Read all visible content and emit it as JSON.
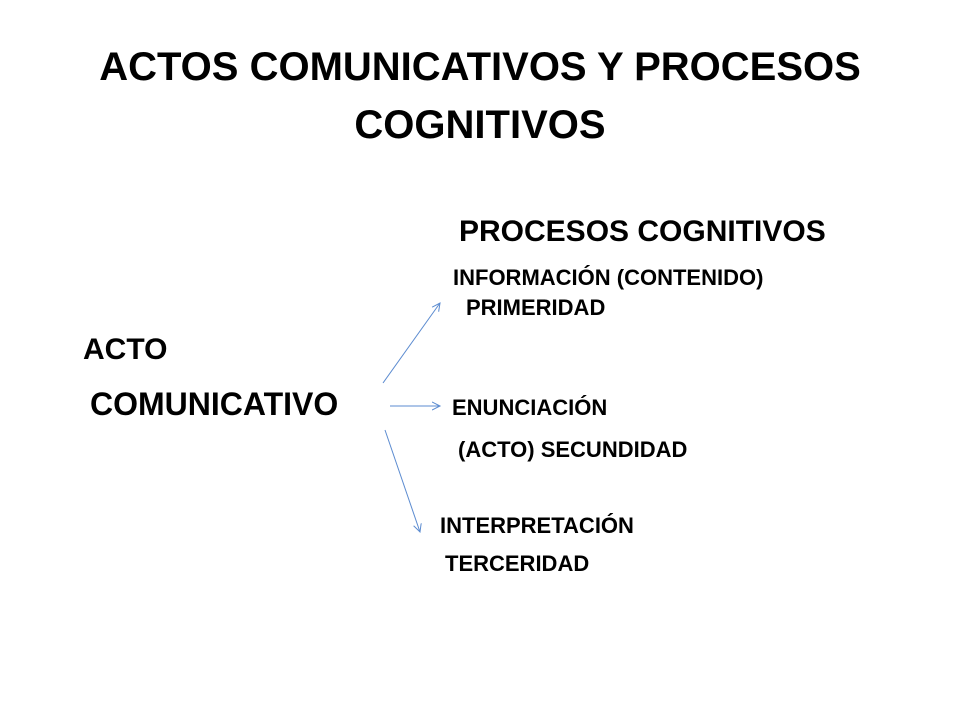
{
  "title": {
    "line1": "ACTOS COMUNICATIVOS Y PROCESOS",
    "line2": "COGNITIVOS"
  },
  "diagram": {
    "heading": "PROCESOS COGNITIVOS",
    "source": {
      "line1": "ACTO",
      "line2": "COMUNICATIVO"
    },
    "branches": [
      {
        "line1": "INFORMACIÓN  (CONTENIDO)",
        "line2": "PRIMERIDAD"
      },
      {
        "line1": "ENUNCIACIÓN",
        "line2": "(ACTO) SECUNDIDAD"
      },
      {
        "line1": "INTERPRETACIÓN",
        "line2": "TERCERIDAD"
      }
    ],
    "arrow_color": "#5b8bd0"
  }
}
